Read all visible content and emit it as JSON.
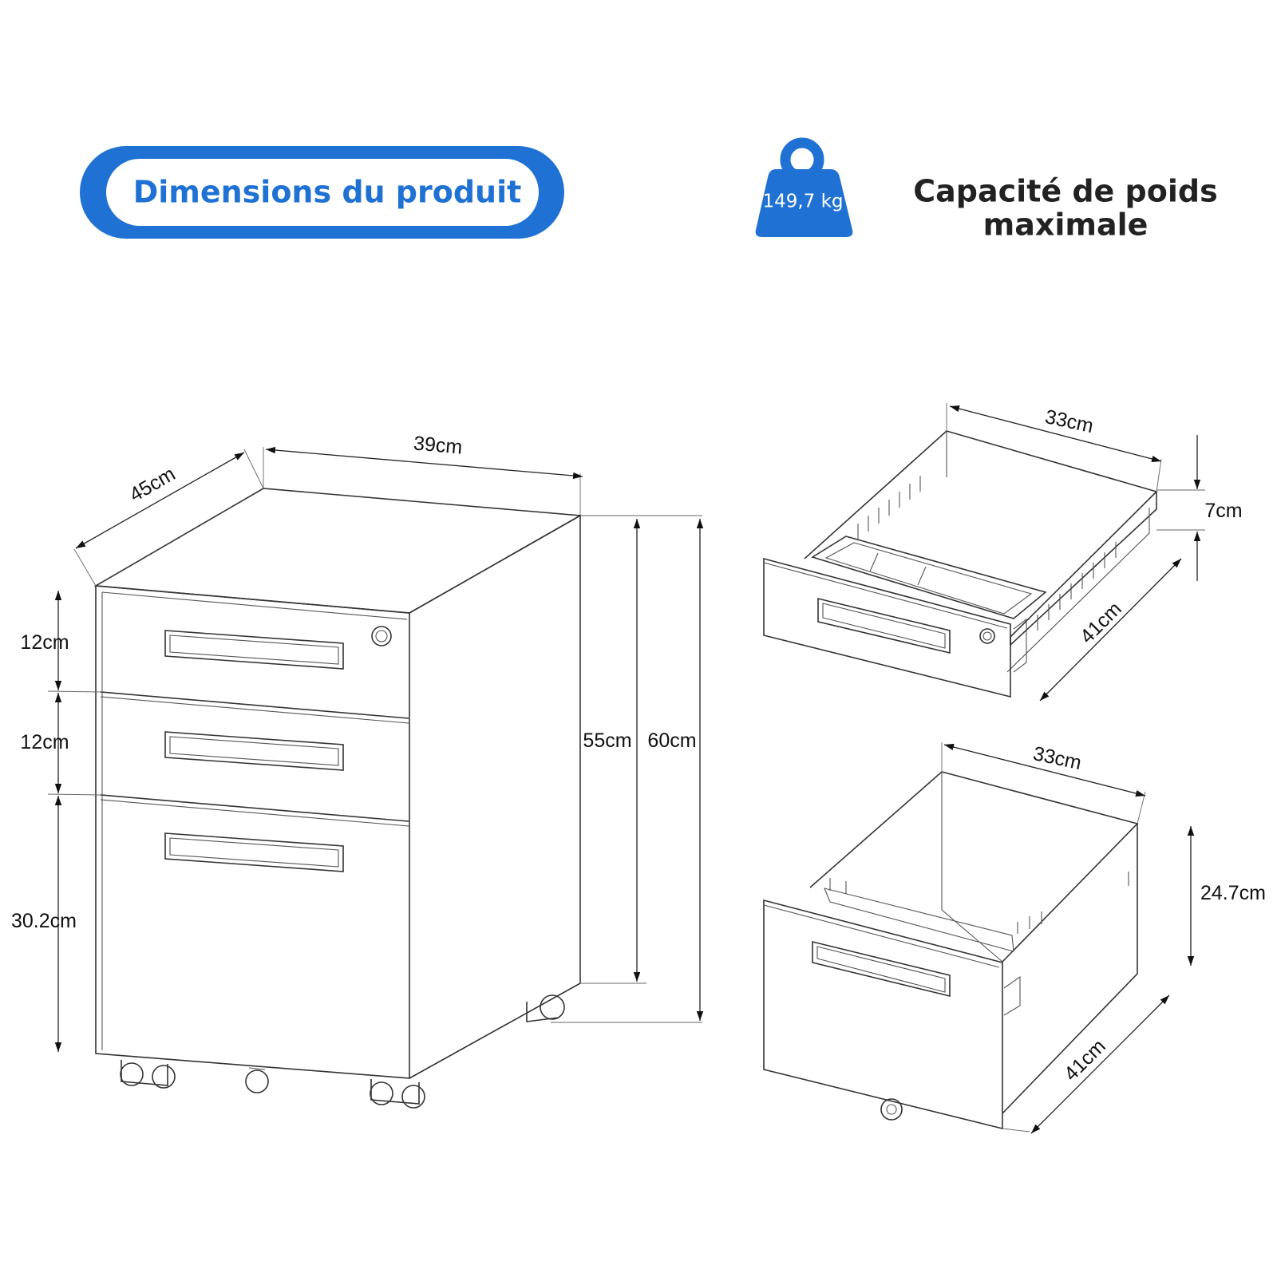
{
  "header": {
    "title": "Dimensions du produit",
    "weight_value": "149,7 kg",
    "capacity_line1": "Capacité de poids",
    "capacity_line2": "maximale"
  },
  "cabinet": {
    "depth": "45cm",
    "width": "39cm",
    "drawer_top": "12cm",
    "drawer_middle": "12cm",
    "drawer_bottom": "30.2cm",
    "body_height": "55cm",
    "total_height": "60cm"
  },
  "small_drawer": {
    "width": "33cm",
    "height": "7cm",
    "depth": "41cm"
  },
  "large_drawer": {
    "width": "33cm",
    "height": "24.7cm",
    "depth": "41cm"
  },
  "colors": {
    "accent": "#1f72d4",
    "accent_dark": "#155fb8",
    "line": "#333333"
  }
}
